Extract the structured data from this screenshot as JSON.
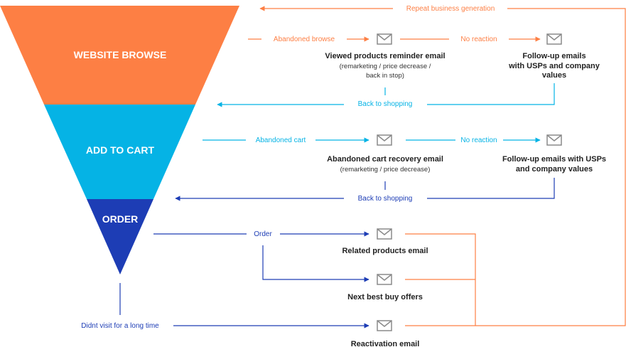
{
  "colors": {
    "orange": "#fd7f44",
    "cyan": "#05b3e5",
    "navy": "#1d3db5",
    "gray": "#8a8a8a",
    "text": "#222222"
  },
  "funnel": {
    "stage1": "WEBSITE BROWSE",
    "stage2": "ADD TO CART",
    "stage3": "ORDER"
  },
  "labels": {
    "repeat": "Repeat business generation",
    "abandoned_browse": "Abandoned browse",
    "no_reaction_1": "No reaction",
    "back_to_shopping_1": "Back to shopping",
    "abandoned_cart": "Abandoned cart",
    "no_reaction_2": "No reaction",
    "back_to_shopping_2": "Back to shopping",
    "order": "Order",
    "didnt_visit": "Didnt visit for a long time"
  },
  "emails": {
    "viewed": {
      "title": "Viewed products reminder email",
      "sub1": "(remarketing / price decrease /",
      "sub2": "back in stop)"
    },
    "followup1": {
      "line1": "Follow-up emails",
      "line2": "with USPs and company",
      "line3": "values"
    },
    "cart": {
      "title": "Abandoned cart recovery email",
      "sub1": "(remarketing / price decrease)"
    },
    "followup2": {
      "line1": "Follow-up emails with USPs",
      "line2": "and company values"
    },
    "related": {
      "title": "Related products email"
    },
    "next_best": {
      "title": "Next best buy offers"
    },
    "reactivation": {
      "title": "Reactivation email"
    }
  },
  "icons": [
    "envelope-icon"
  ]
}
